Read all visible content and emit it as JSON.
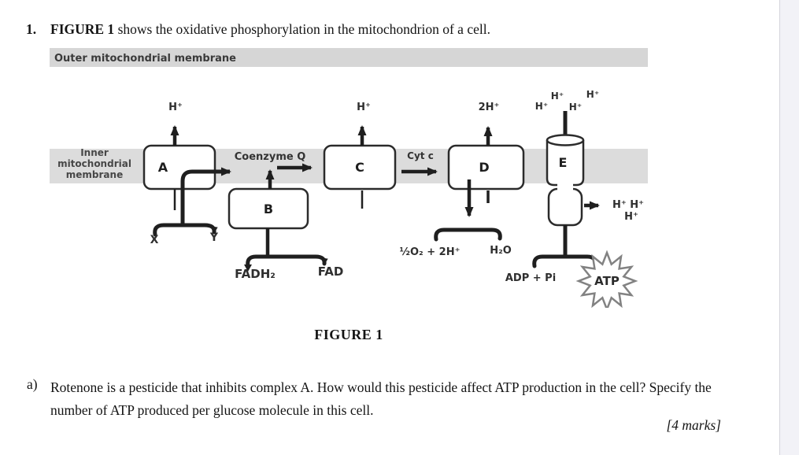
{
  "question": {
    "number": "1.",
    "title_bold": "FIGURE 1",
    "title_rest": " shows the oxidative phosphorylation in the mitochondrion of a cell.",
    "part_label": "a)",
    "part_text": "Rotenone is a pesticide that inhibits complex A. How would this pesticide affect ATP production in the cell? Specify the number of ATP produced per glucose molecule in this cell.",
    "marks": "[4 marks]"
  },
  "figure": {
    "caption": "FIGURE 1",
    "outer_membrane_label": "Outer mitochondrial membrane",
    "inner_membrane": {
      "line1": "Inner",
      "line2": "mitochondrial",
      "line3": "membrane"
    },
    "complexes": {
      "a": "A",
      "b": "B",
      "c": "C",
      "d": "D",
      "e": "E"
    },
    "carriers": {
      "coenzyme_q": "Coenzyme Q",
      "cyt_c": "Cyt c"
    },
    "ions": {
      "h_plus": "H⁺",
      "two_h_plus": "2H⁺",
      "h_plus_pair": "H⁺ H⁺"
    },
    "molecules": {
      "x": "X",
      "y": "Y",
      "fadh2": "FADH₂",
      "fad": "FAD",
      "oxygen": "½O₂ + 2H⁺",
      "water": "H₂O",
      "adp_pi": "ADP + Pi",
      "atp": "ATP"
    },
    "colors": {
      "membrane_band": "#d9d9d9",
      "box_border": "#2b2b2b",
      "arrow": "#1f1f1f",
      "star_outline": "#828282"
    }
  }
}
